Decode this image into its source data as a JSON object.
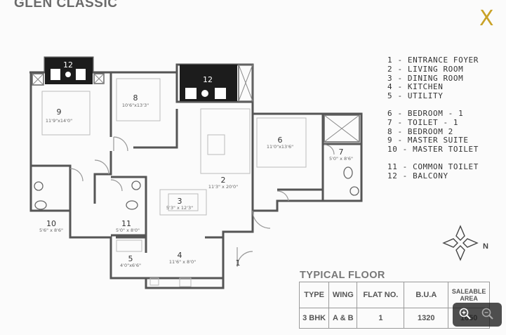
{
  "app": {
    "title": "GLEN CLASSIC",
    "close_label": "X"
  },
  "legend": {
    "group1": [
      "1 - ENTRANCE FOYER",
      "2 - LIVING ROOM",
      "3 - DINING ROOM",
      "4 - KITCHEN",
      "5 - UTILITY"
    ],
    "group2": [
      "6 - BEDROOM - 1",
      "7 - TOILET - 1",
      "8 - BEDROOM 2",
      "9 - MASTER SUITE",
      "10 - MASTER TOILET"
    ],
    "group3": [
      "11 - COMMON TOILET",
      "12 - BALCONY"
    ]
  },
  "rooms": [
    {
      "num": "1",
      "dim": ""
    },
    {
      "num": "2",
      "dim": "11'3\" x 20'0\""
    },
    {
      "num": "3",
      "dim": "5'3\" x 12'3\""
    },
    {
      "num": "4",
      "dim": "11'6\" x 8'0\""
    },
    {
      "num": "5",
      "dim": "4'0\"x6'6\""
    },
    {
      "num": "6",
      "dim": "11'0\"x13'6\""
    },
    {
      "num": "7",
      "dim": "5'0\" x 8'6\""
    },
    {
      "num": "8",
      "dim": "10'6\"x13'3\""
    },
    {
      "num": "9",
      "dim": "11'9\"x14'0\""
    },
    {
      "num": "10",
      "dim": "5'6\" x 8'6\""
    },
    {
      "num": "11",
      "dim": "5'0\" x 8'0\""
    },
    {
      "num": "12",
      "dim": ""
    },
    {
      "num": "12",
      "dim": ""
    }
  ],
  "compass": {
    "north_label": "N"
  },
  "floor": {
    "heading": "TYPICAL FLOOR",
    "headers": [
      "TYPE",
      "WING",
      "FLAT NO.",
      "B.U.A",
      "SALEABLE AREA"
    ],
    "values": [
      "3 BHK",
      "A & B",
      "1",
      "1320",
      "1650"
    ]
  },
  "colors": {
    "wall": "#555555",
    "balcony": "#1c1c1c",
    "accent": "#c9a227"
  },
  "icons": {
    "zoom_in": "zoom-in-icon",
    "zoom_out": "zoom-out-icon",
    "close": "close-icon"
  }
}
